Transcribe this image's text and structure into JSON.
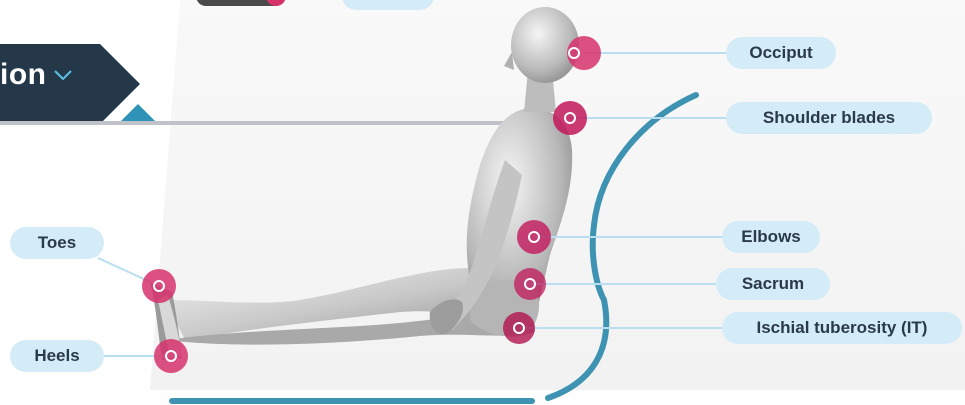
{
  "header_tab": {
    "text": "ion"
  },
  "labels": {
    "occiput": "Occiput",
    "shoulder_blades": "Shoulder blades",
    "elbows": "Elbows",
    "sacrum": "Sacrum",
    "ischial_tuberosity": "Ischial tuberosity (IT)",
    "toes": "Toes",
    "heels": "Heels"
  },
  "colors": {
    "label_bg": "#d4ecf7",
    "label_text": "#2b3a4a",
    "pressure_point": "#d6336c",
    "curve": "#3d93b1",
    "tab_bg": "#243849",
    "accent_triangle": "#2e93b7"
  }
}
